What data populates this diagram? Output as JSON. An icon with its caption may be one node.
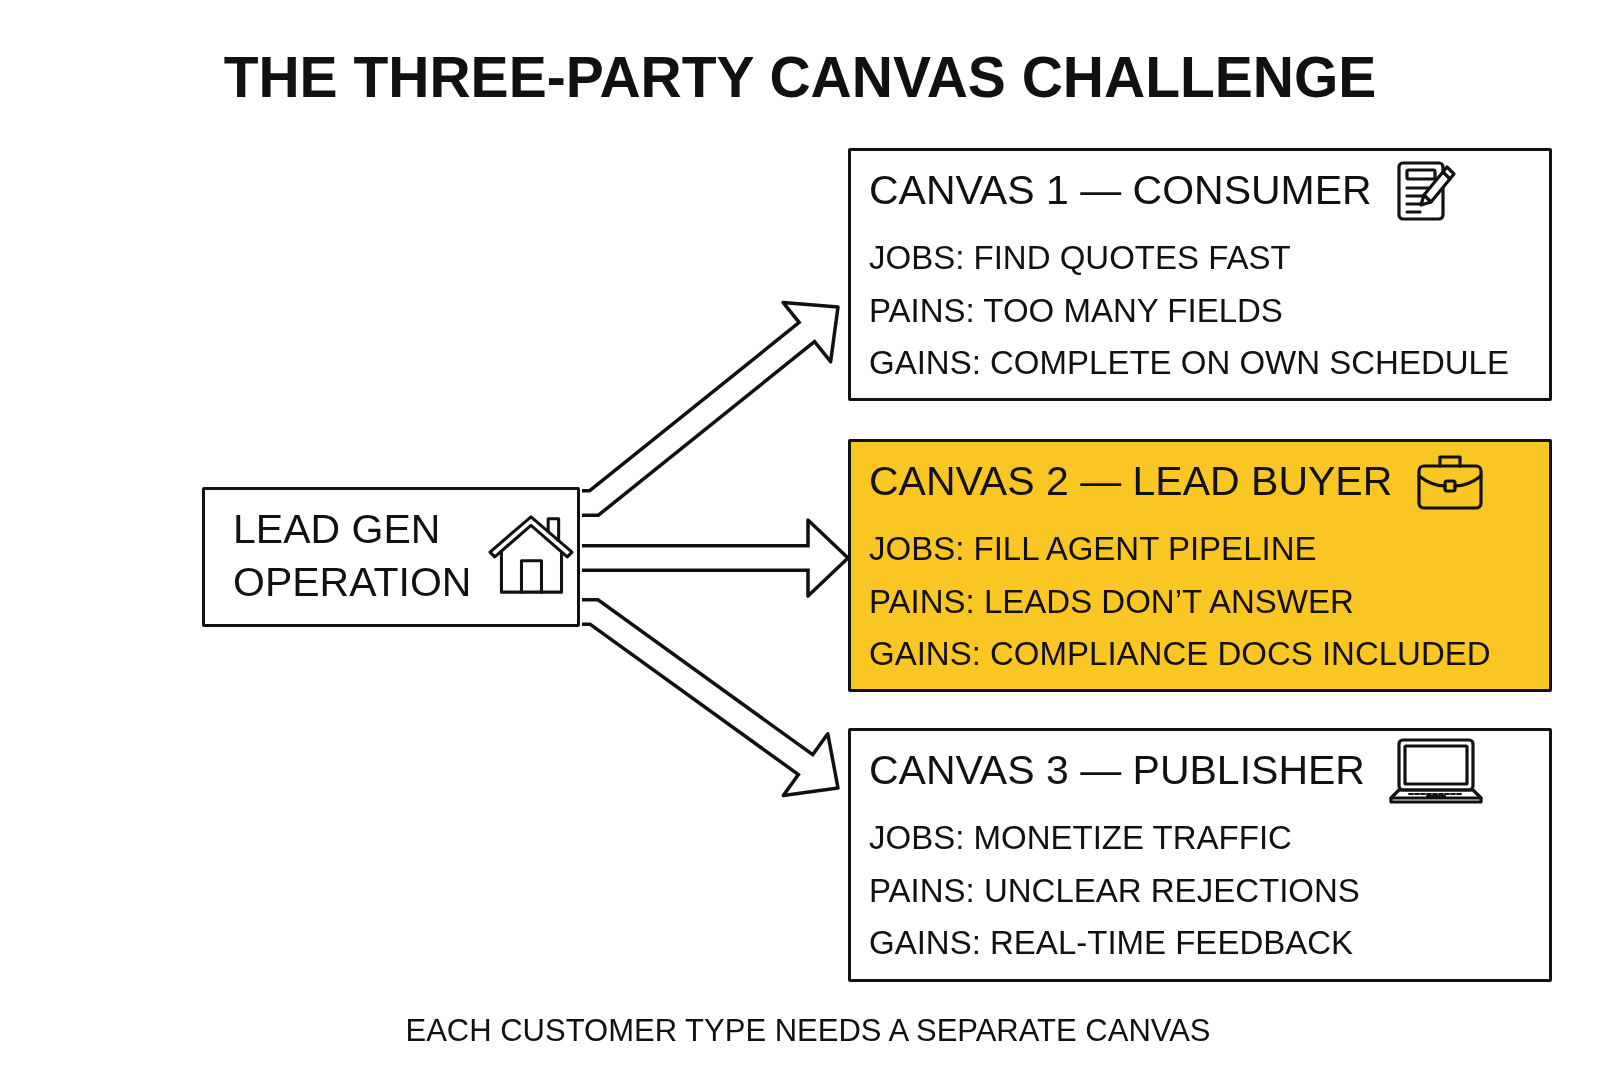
{
  "diagram": {
    "title": "THE THREE-PARTY CANVAS CHALLENGE",
    "caption": "EACH CUSTOMER TYPE NEEDS A SEPARATE CANVAS",
    "nodes": [
      {
        "text": [
          "LEAD GEN OPERATION"
        ]
      },
      {
        "text": [
          "CANVAS 1 — CONSUMER",
          "JOBS: FIND QUOTES FAST",
          "PAINS: TOO MANY FIELDS",
          "GAINS: COMPLETE ON OWN SCHEDULE"
        ]
      },
      {
        "text": [
          "CANVAS 2 — LEAD BUYER",
          "JOBS: FILL AGENT PIPELINE",
          "PAINS: LEADS DON’T ANSWER",
          "GAINS: COMPLIANCE DOCS INCLUDED"
        ]
      },
      {
        "text": [
          "CANVAS 3 — PUBLISHER",
          "JOBS: MONETIZE TRAFFIC",
          "PAINS: UNCLEAR REJECTIONS",
          "GAINS: REAL-TIME FEEDBACK"
        ]
      }
    ],
    "edges": [
      {
        "from": 0,
        "to": 1,
        "arrow": "to"
      },
      {
        "from": 0,
        "to": 2,
        "arrow": "to"
      },
      {
        "from": 0,
        "to": 3,
        "arrow": "to"
      }
    ]
  }
}
